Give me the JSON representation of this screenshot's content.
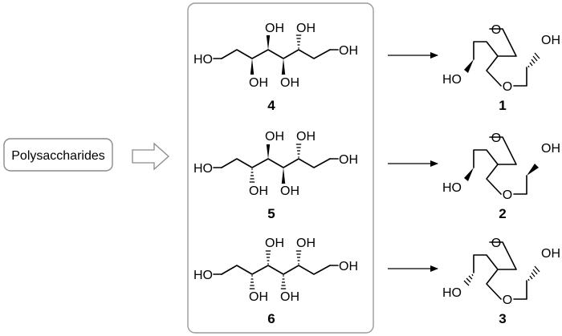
{
  "source": {
    "label": "Polysaccharides"
  },
  "precursors": [
    {
      "number": "4",
      "groups": [
        "HO",
        "OH",
        "OH",
        "OH",
        "OH",
        "OH"
      ]
    },
    {
      "number": "5",
      "groups": [
        "HO",
        "OH",
        "OH",
        "OH",
        "OH",
        "OH"
      ]
    },
    {
      "number": "6",
      "groups": [
        "HO",
        "OH",
        "OH",
        "OH",
        "OH",
        "OH"
      ]
    }
  ],
  "products": [
    {
      "number": "1",
      "hydroxyl_left": "HO",
      "hydroxyl_right": "OH",
      "ring_oxygen": "O"
    },
    {
      "number": "2",
      "hydroxyl_left": "HO",
      "hydroxyl_right": "OH",
      "ring_oxygen": "O"
    },
    {
      "number": "3",
      "hydroxyl_left": "HO",
      "hydroxyl_right": "OH",
      "ring_oxygen": "O"
    }
  ]
}
